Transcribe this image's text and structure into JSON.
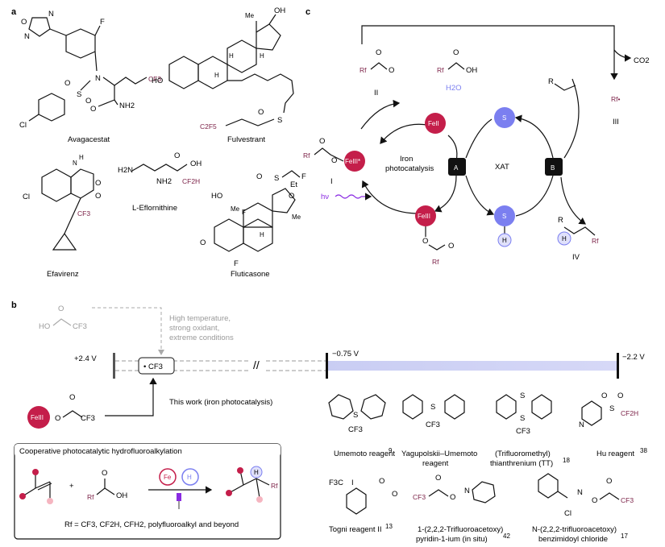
{
  "panels": {
    "a": "a",
    "b": "b",
    "c": "c"
  },
  "panel_a": {
    "drugs": [
      "Avagacestat",
      "Fulvestrant",
      "Efavirenz",
      "L-Eflornithine",
      "Fluticasone"
    ],
    "atoms": {
      "oxadiazole_o": "O",
      "oxadiazole_n1": "N",
      "oxadiazole_n2": "N",
      "f_aryl": "F",
      "n_sulfonamide": "N",
      "cf3": "CF3",
      "cl": "Cl",
      "nh2_amide": "NH2",
      "o_amide": "O",
      "s": "S",
      "o1": "O",
      "o2": "O",
      "me": "Me",
      "oh": "OH",
      "ho": "HO",
      "h1": "H",
      "h2": "H",
      "h3": "H",
      "c2f5": "C2F5",
      "s_ox": "S",
      "o_ox": "O",
      "nh": "N",
      "h_nh": "H",
      "o_carb1": "O",
      "o_carb2": "O",
      "cl_efa": "Cl",
      "cf3_efa": "CF3",
      "h2n": "H2N",
      "nh2_efl": "NH2",
      "oh_efl": "OH",
      "o_efl": "O",
      "cf2h": "CF2H",
      "o_flu1": "O",
      "s_flu": "S",
      "f_flu1": "F",
      "ho_flu": "HO",
      "me_flu1": "Me",
      "o_flu2": "O",
      "et": "Et",
      "me_flu2": "Me",
      "f_flu2": "F",
      "h_flu": "H",
      "o_flu3": "O",
      "f_flu3": "F"
    }
  },
  "panel_b": {
    "tfa_labels": {
      "ho": "HO",
      "o": "O",
      "cf3": "CF3"
    },
    "conditions": [
      "High temperature,",
      "strong oxidant,",
      "extreme conditions"
    ],
    "potentials": {
      "left": "+2.4 V",
      "mid": "−0.75 V",
      "right": "−2.2 V"
    },
    "radical_label": "• CF3",
    "fe_label": "FeIII",
    "fe_cf3": "CF3",
    "fe_o": "O",
    "fe_o2": "O",
    "this_work": "This work (iron photocatalysis)",
    "reagents": [
      {
        "name": "Umemoto reagent",
        "ref": "9"
      },
      {
        "name": "Yagupolskii–Umemoto",
        "name2": "reagent",
        "ref": ""
      },
      {
        "name": "(Trifluoromethyl)",
        "name2": "thianthrenium (TT)",
        "ref": "18"
      },
      {
        "name": "Hu reagent",
        "ref": "38"
      },
      {
        "name": "Togni reagent II",
        "ref": "13"
      },
      {
        "name": "1-(2,2,2-Trifluoroacetoxy)",
        "name2": "pyridin-1-ium (in situ)",
        "ref": "42"
      },
      {
        "name": "N-(2,2,2-trifluoroacetoxy)",
        "name2": "benzimidoyl chloride",
        "ref": "17"
      }
    ],
    "reagent_atoms": {
      "s_plus": "S",
      "cf3": "CF3",
      "s_top": "S",
      "o1": "O",
      "o2": "O",
      "cf2h": "CF2H",
      "n": "N",
      "f3c": "F3C",
      "i": "I",
      "o_togni": "O",
      "o_togni2": "O",
      "o_py": "O",
      "n_py": "N",
      "cl": "Cl",
      "n_imid": "N",
      "o_imid": "O"
    },
    "coop_box": {
      "title": "Cooperative photocatalytic hydrofluoroalkylation",
      "plus": "+",
      "acid_o": "O",
      "acid_oh": "OH",
      "rf": "Rf",
      "fe": "Fe",
      "h": "H",
      "rf_def": "Rf = CF3, CF2H, CFH2, polyfluoroalkyl and beyond"
    }
  },
  "panel_c": {
    "top_labels": {
      "rf_carboxylate": "Rf",
      "o_minus": "O",
      "o": "O",
      "rf_acid": "Rf",
      "oh": "OH",
      "o2": "O",
      "h2o": "H2O",
      "co2": "CO2",
      "r": "R",
      "rf_radical": "Rf•"
    },
    "roman": {
      "I": "I",
      "II": "II",
      "III": "III",
      "IV": "IV"
    },
    "fe2": "FeII",
    "fe3star": "FeIII*",
    "fe3": "FeIII",
    "s": "S",
    "h": "H",
    "cycle_a_label": "A",
    "cycle_b_label": "B",
    "iron_label": [
      "Iron",
      "photocatalysis"
    ],
    "xat_label": "XAT",
    "hv": "hν",
    "carboxy_atoms": {
      "rf": "Rf",
      "o1": "O",
      "o2": "O"
    },
    "product": {
      "r": "R",
      "h": "H",
      "rf": "Rf"
    }
  }
}
